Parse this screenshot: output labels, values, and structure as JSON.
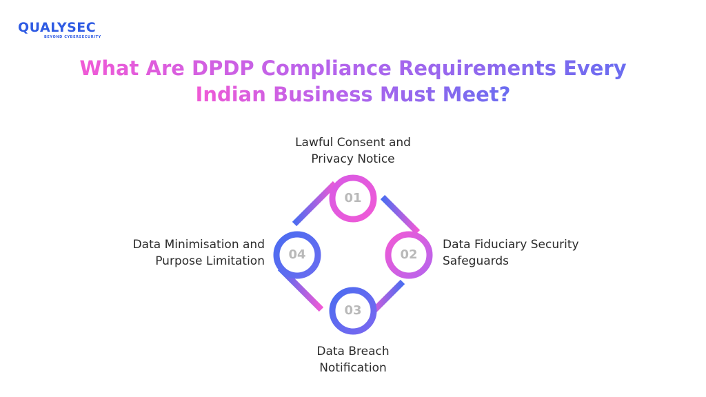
{
  "logo": {
    "name": "QUALYSEC",
    "tagline": "BEYOND CYBERSECURITY"
  },
  "title": {
    "line1": "What Are DPDP Compliance Requirements Every",
    "line2": "Indian Business Must Meet?"
  },
  "steps": [
    {
      "number": "01",
      "label": "Lawful Consent and\nPrivacy Notice"
    },
    {
      "number": "02",
      "label": "Data Fiduciary Security\nSafeguards"
    },
    {
      "number": "03",
      "label": "Data Breach\nNotification"
    },
    {
      "number": "04",
      "label": "Data Minimisation and\nPurpose Limitation"
    }
  ],
  "colors": {
    "pink": "#f05ad6",
    "purple": "#b764ec",
    "blue": "#4b6cf0",
    "number_gray": "#b9b9b9",
    "text": "#2b2b2b",
    "logo_blue": "#2f5be3"
  }
}
